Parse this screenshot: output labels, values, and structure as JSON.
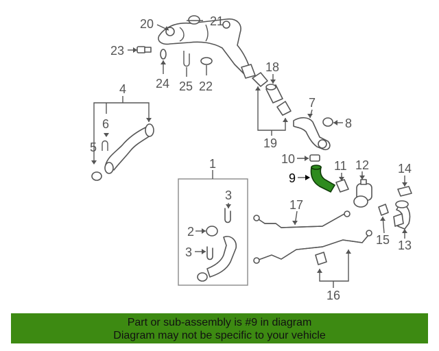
{
  "diagram": {
    "callouts": {
      "c1": "1",
      "c2": "2",
      "c3a": "3",
      "c3b": "3",
      "c4": "4",
      "c5": "5",
      "c6": "6",
      "c7": "7",
      "c8": "8",
      "c9": "9",
      "c10": "10",
      "c11": "11",
      "c12": "12",
      "c13": "13",
      "c14": "14",
      "c15": "15",
      "c16": "16",
      "c17": "17",
      "c18": "18",
      "c19": "19",
      "c20": "20",
      "c21": "21",
      "c22": "22",
      "c23": "23",
      "c24": "24",
      "c25": "25"
    },
    "highlighted_part": "9",
    "highlight_color": "#2e8b1e"
  },
  "footer": {
    "line1": "Part or sub-assembly is #9 in diagram",
    "line2": "Diagram may not be specific to your vehicle",
    "background_color": "#3d8a12"
  }
}
